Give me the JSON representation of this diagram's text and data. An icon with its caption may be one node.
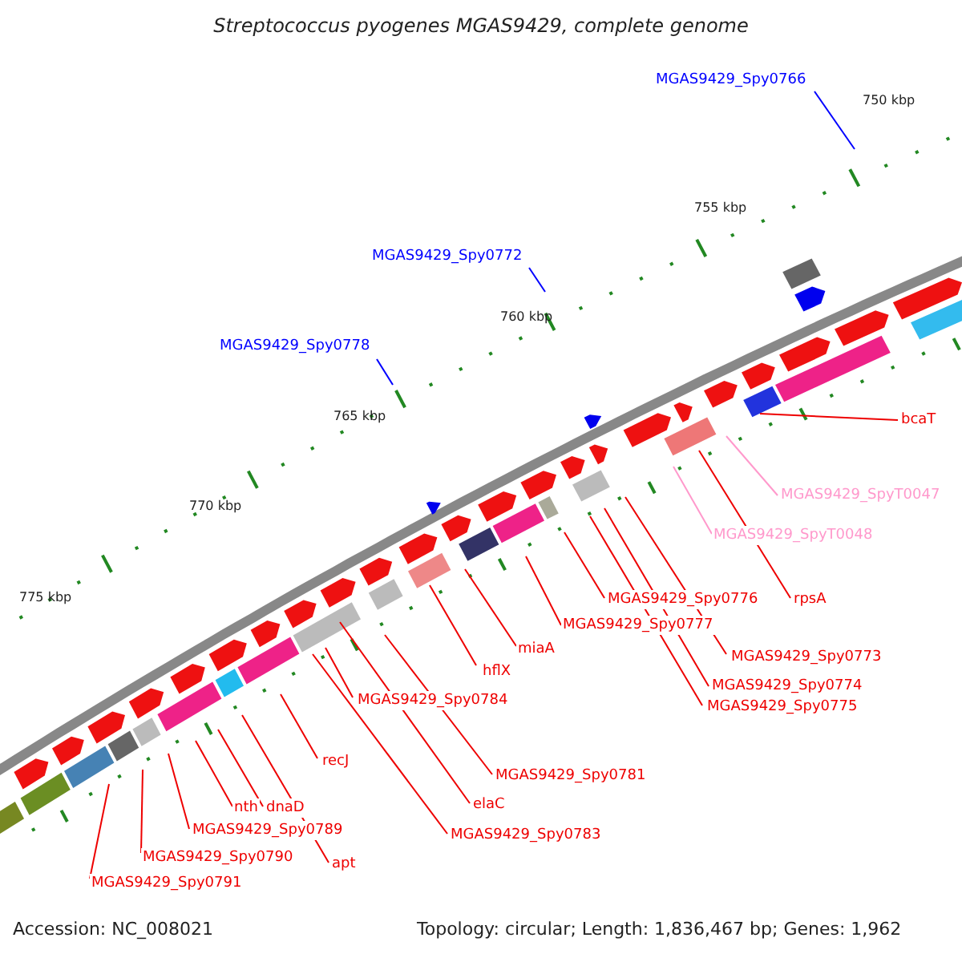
{
  "diagram": {
    "title": "Streptococcus pyogenes MGAS9429, complete genome",
    "nodes": [
      {
        "text": [
          "MGAS9429_Spy0766"
        ]
      },
      {
        "text": [
          "MGAS9429_Spy0772"
        ]
      },
      {
        "text": [
          "MGAS9429_Spy0778"
        ]
      },
      {
        "text": [
          "bcaT"
        ]
      },
      {
        "text": [
          "MGAS9429_SpyT0047"
        ]
      },
      {
        "text": [
          "MGAS9429_SpyT0048"
        ]
      },
      {
        "text": [
          "rpsA"
        ]
      },
      {
        "text": [
          "MGAS9429_Spy0776"
        ]
      },
      {
        "text": [
          "MGAS9429_Spy0777"
        ]
      },
      {
        "text": [
          "MGAS9429_Spy0773"
        ]
      },
      {
        "text": [
          "miaA"
        ]
      },
      {
        "text": [
          "MGAS9429_Spy0774"
        ]
      },
      {
        "text": [
          "MGAS9429_Spy0775"
        ]
      },
      {
        "text": [
          "hflX"
        ]
      },
      {
        "text": [
          "MGAS9429_Spy0784"
        ]
      },
      {
        "text": [
          "recJ"
        ]
      },
      {
        "text": [
          "MGAS9429_Spy0781"
        ]
      },
      {
        "text": [
          "nth"
        ]
      },
      {
        "text": [
          "dnaD"
        ]
      },
      {
        "text": [
          "elaC"
        ]
      },
      {
        "text": [
          "MGAS9429_Spy0789"
        ]
      },
      {
        "text": [
          "MGAS9429_Spy0783"
        ]
      },
      {
        "text": [
          "MGAS9429_Spy0790"
        ]
      },
      {
        "text": [
          "apt"
        ]
      },
      {
        "text": [
          "MGAS9429_Spy0791"
        ]
      }
    ],
    "edges": [
      {
        "from": 0,
        "to": null,
        "arrow": "none",
        "color": "#0000ff"
      },
      {
        "from": 1,
        "to": null,
        "arrow": "none",
        "color": "#0000ff"
      },
      {
        "from": 2,
        "to": null,
        "arrow": "none",
        "color": "#0000ff"
      },
      {
        "from": 3,
        "to": null,
        "arrow": "none"
      },
      {
        "from": 4,
        "to": null,
        "arrow": "none",
        "color": "#ff99cc"
      },
      {
        "from": 5,
        "to": null,
        "arrow": "none",
        "color": "#ff99cc"
      },
      {
        "from": 6,
        "to": null,
        "arrow": "none"
      },
      {
        "from": 7,
        "to": null,
        "arrow": "none"
      },
      {
        "from": 8,
        "to": null,
        "arrow": "none"
      },
      {
        "from": 9,
        "to": null,
        "arrow": "none"
      },
      {
        "from": 10,
        "to": null,
        "arrow": "none"
      },
      {
        "from": 11,
        "to": null,
        "arrow": "none"
      },
      {
        "from": 12,
        "to": null,
        "arrow": "none"
      },
      {
        "from": 13,
        "to": null,
        "arrow": "none"
      },
      {
        "from": 14,
        "to": null,
        "arrow": "none"
      },
      {
        "from": 15,
        "to": null,
        "arrow": "none"
      },
      {
        "from": 16,
        "to": null,
        "arrow": "none"
      },
      {
        "from": 17,
        "to": null,
        "arrow": "none"
      },
      {
        "from": 18,
        "to": null,
        "arrow": "none"
      },
      {
        "from": 19,
        "to": null,
        "arrow": "none"
      },
      {
        "from": 20,
        "to": null,
        "arrow": "none"
      },
      {
        "from": 21,
        "to": null,
        "arrow": "none"
      },
      {
        "from": 22,
        "to": null,
        "arrow": "none"
      },
      {
        "from": 23,
        "to": null,
        "arrow": "none"
      },
      {
        "from": 24,
        "to": null,
        "arrow": "none"
      }
    ],
    "labels": [
      "750 kbp",
      "755 kbp",
      "760 kbp",
      "765 kbp",
      "770 kbp",
      "775 kbp",
      "Accession: NC_008021",
      "Topology: circular; Length: 1,836,467 bp; Genes: 1,962"
    ]
  }
}
